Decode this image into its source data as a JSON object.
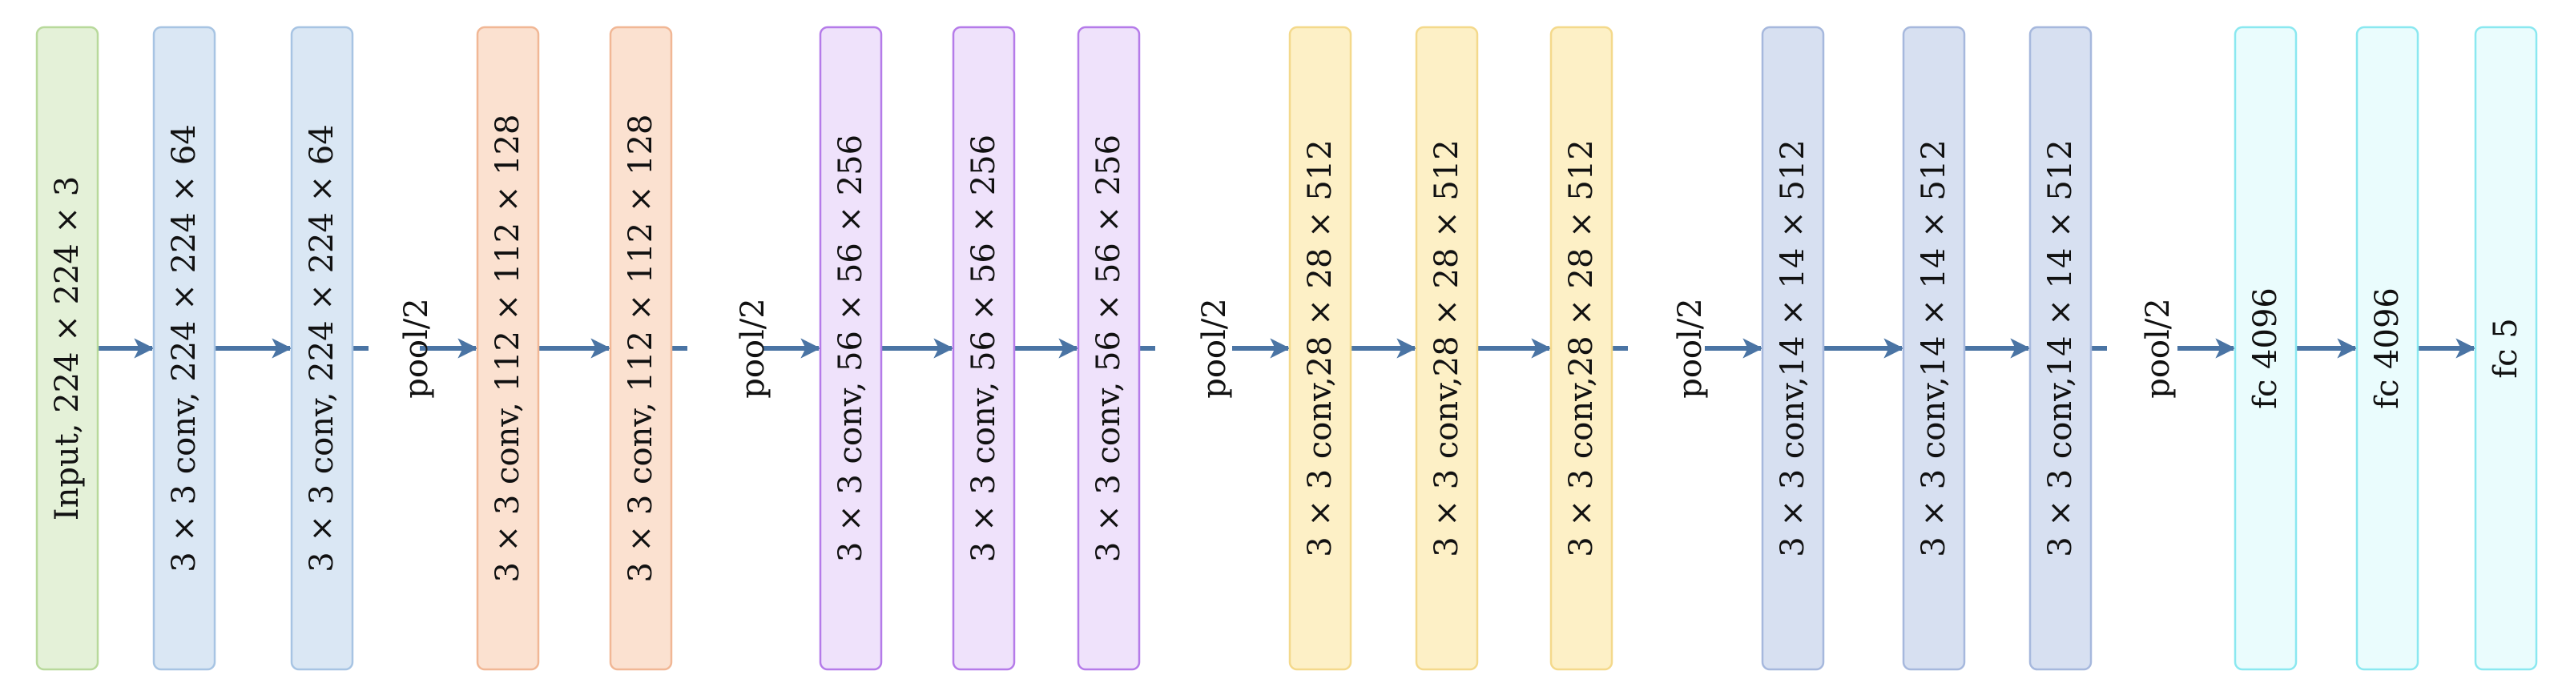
{
  "diagram": {
    "blocks": [
      {
        "label": "Input, 224 × 224 × 3",
        "fill": "#e4f1d8",
        "stroke": "#b8d99b"
      },
      {
        "label": "3 × 3 conv, 224 × 224 × 64",
        "fill": "#dae7f4",
        "stroke": "#a7c4e3"
      },
      {
        "label": "3 × 3 conv, 224 × 224 × 64",
        "fill": "#dae7f4",
        "stroke": "#a7c4e3"
      },
      {
        "label": "3 × 3 conv, 112 × 112 × 128",
        "fill": "#fbe1d0",
        "stroke": "#f1b795"
      },
      {
        "label": "3 × 3 conv, 112 × 112 × 128",
        "fill": "#fbe1d0",
        "stroke": "#f1b795"
      },
      {
        "label": "3 × 3 conv, 56 × 56 × 256",
        "fill": "#efe2fb",
        "stroke": "#b57be9"
      },
      {
        "label": "3 × 3 conv, 56 × 56 × 256",
        "fill": "#efe2fb",
        "stroke": "#b57be9"
      },
      {
        "label": "3 × 3 conv, 56 × 56 × 256",
        "fill": "#efe2fb",
        "stroke": "#b57be9"
      },
      {
        "label": "3 × 3 conv,28 × 28 × 512",
        "fill": "#fdf0c6",
        "stroke": "#f4d98b"
      },
      {
        "label": "3 × 3 conv,28 × 28 × 512",
        "fill": "#fdf0c6",
        "stroke": "#f4d98b"
      },
      {
        "label": "3 × 3 conv,28 × 28 × 512",
        "fill": "#fdf0c6",
        "stroke": "#f4d98b"
      },
      {
        "label": "3 × 3 conv,14 × 14 × 512",
        "fill": "#d7e0f1",
        "stroke": "#a6b8dd"
      },
      {
        "label": "3 × 3 conv,14 × 14 × 512",
        "fill": "#d7e0f1",
        "stroke": "#a6b8dd"
      },
      {
        "label": "3 × 3 conv,14 × 14 × 512",
        "fill": "#d7e0f1",
        "stroke": "#a6b8dd"
      },
      {
        "label": "fc 4096",
        "fill": "#eafcfd",
        "stroke": "#8ae8f0"
      },
      {
        "label": "fc 4096",
        "fill": "#eafcfd",
        "stroke": "#8ae8f0"
      },
      {
        "label": "fc 5",
        "fill": "#eafcfd",
        "stroke": "#8ae8f0"
      }
    ],
    "pool_label": "pool/2",
    "connections": [
      "arrow",
      "arrow",
      "pool",
      "arrow",
      "pool",
      "arrow",
      "arrow",
      "pool",
      "arrow",
      "arrow",
      "pool",
      "arrow",
      "arrow",
      "pool",
      "arrow",
      "arrow"
    ],
    "arrow_color": "#4a74a4"
  }
}
